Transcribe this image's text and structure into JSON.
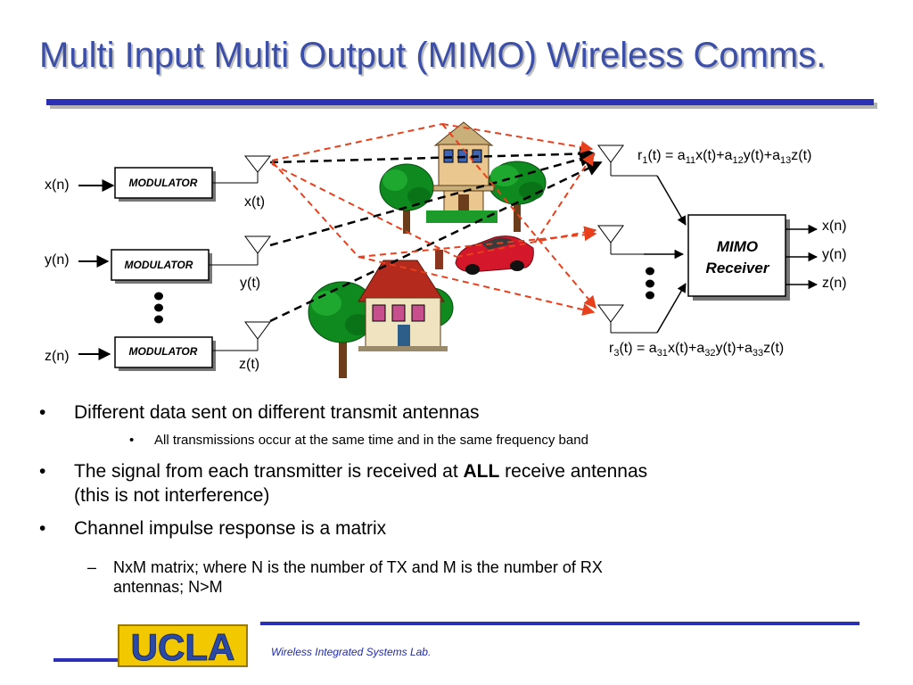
{
  "slide": {
    "title": "Multi Input Multi Output (MIMO) Wireless Comms."
  },
  "diagram": {
    "inputs": [
      {
        "symbol": "x(n)",
        "modulator": "MODULATOR",
        "signal": "x(t)"
      },
      {
        "symbol": "y(n)",
        "modulator": "MODULATOR",
        "signal": "y(t)"
      },
      {
        "symbol": "z(n)",
        "modulator": "MODULATOR",
        "signal": "z(t)"
      }
    ],
    "receiver": {
      "line1": "MIMO",
      "line2": "Receiver"
    },
    "outputs": [
      "x(n)",
      "y(n)",
      "z(n)"
    ],
    "r1": {
      "r": "r",
      "r_sub": "1",
      "a": "(t) = a",
      "s11": "11",
      "p1": "x(t)+a",
      "s12": "12",
      "p2": "y(t)+a",
      "s13": "13",
      "p3": "z(t)"
    },
    "r3": {
      "r": "r",
      "r_sub": "3",
      "a": "(t) = a",
      "s31": "31",
      "p1": "x(t)+a",
      "s32": "32",
      "p2": "y(t)+a",
      "s33": "33",
      "p3": "z(t)"
    },
    "colors": {
      "direct_path": "#000000",
      "reflected_path": "#e8401c",
      "rule": "#2b2fb8",
      "title": "#3b4fa8"
    },
    "icons": [
      "antenna-icon",
      "house-icon",
      "tree-icon",
      "car-icon"
    ]
  },
  "bullets": {
    "b1": "Different data sent on different transmit antennas",
    "b1_sub": "All transmissions occur at the same time and in the same frequency band",
    "b2_pre": "The signal from each transmitter is received at ",
    "b2_bold": "ALL",
    "b2_post": " receive antennas",
    "b2_line2": "(this is not interference)",
    "b3": "Channel impulse response is a matrix",
    "b3_sub_line1": "NxM matrix; where N is the number of TX and M is the number of RX",
    "b3_sub_line2": "antennas; N>M"
  },
  "footer": {
    "logo": "UCLA",
    "lab": "Wireless Integrated Systems Lab."
  }
}
